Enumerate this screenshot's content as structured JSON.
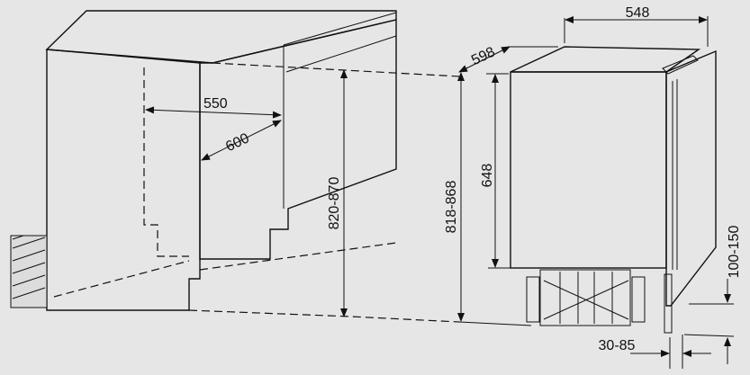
{
  "diagram": {
    "title": "Built-under appliance installation dimensions",
    "niche": {
      "depth_inner": "550",
      "depth_outer": "600",
      "height": "820-870"
    },
    "appliance": {
      "width": "548",
      "depth": "598",
      "door_height": "648",
      "total_height": "818-868",
      "plinth_height": "100-150",
      "plinth_depth": "30-85"
    },
    "colors": {
      "background": "#e6e6e6",
      "line": "#111111",
      "fill": "#f4f4f4"
    }
  }
}
